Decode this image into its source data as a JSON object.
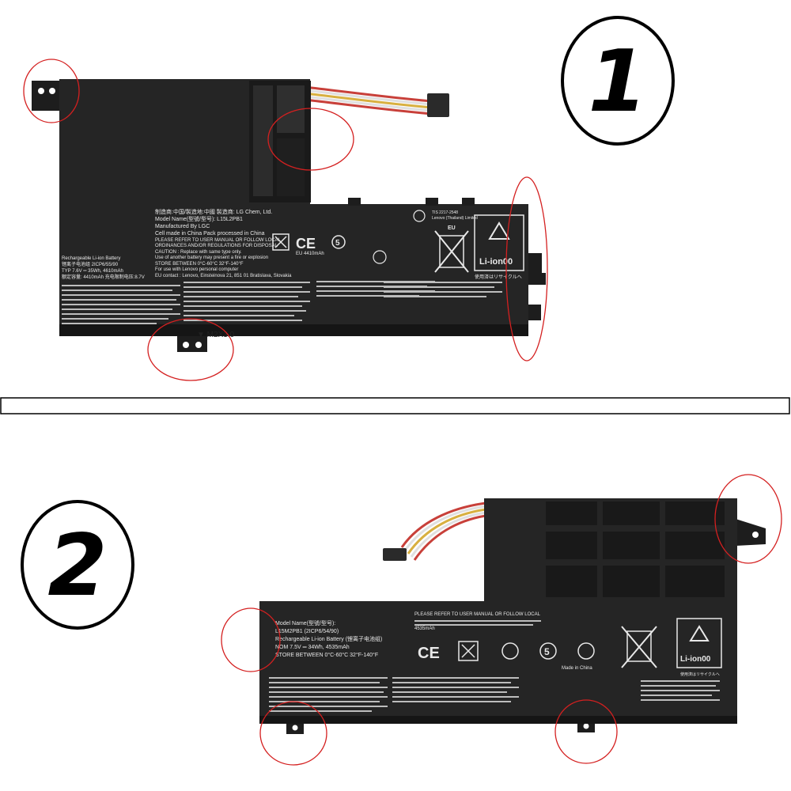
{
  "variants": [
    {
      "number": "1",
      "text": {
        "manufacturer": "制造商:中国/製造地:中國 製造商: LG Chem, Ltd.",
        "model": "Model Name(型號/型号): L15L2PB1",
        "made_by": "Manufactured By LGC",
        "made_in": "Cell made in China   Pack processed in China",
        "manual": "PLEASE REFER TO USER MANUAL OR FOLLOW LOCAL",
        "ordinance": "ORDINANCES AND/OR REGULATIONS FOR DISPOSAL",
        "caution": "CAUTION : Replace with same type only.",
        "explosion": "Use of another battery may present a fire or explosion",
        "store": "STORE BETWEEN 0°C-60°C 32°F-140°F",
        "use_for": "For use with Lenovo personal computer",
        "eu_contact": "EU contact : Lenovo, Einsteinova 21, 851 01 Bratislava, Slovakia",
        "rechargeable": "Rechargeable Li-ion Battery",
        "cell_code": "锂离子电池组    2ICP6/55/90",
        "typ": "TYP 7.6V ═ 35Wh, 4610mAh",
        "rated": "额定容量: 4410mAh   充电限制电压:8.7V",
        "eu_capacity": "EU 4410mAh",
        "li_ion": "Li-ion00",
        "eu_mark": "EU",
        "screw": "▼ M2X3.0",
        "cert": "TIS 2217-2548",
        "cert_holder": "Lenovo (Thailand) Limited",
        "recycle_note": "使用済はリサイクルへ"
      }
    },
    {
      "number": "2",
      "text": {
        "model": "Model Name(型號/型号):",
        "model_no": "L15M2PB1    (2ICP6/54/90)",
        "rechargeable": "Rechargeable Li-ion Battery (锂离子电池组)",
        "nom": "NOM 7.5V ═ 34Wh, 4535mAh",
        "store": "STORE BETWEEN 0°C-60°C  32°F-140°F",
        "manual": "PLEASE REFER TO USER MANUAL OR FOLLOW LOCAL",
        "capacity": "4535mAh",
        "made_in": "Made in China",
        "li_ion": "Li-ion00",
        "recycle_note": "使用済はリサイクルへ"
      }
    }
  ],
  "colors": {
    "battery_body": "#252525",
    "battery_shadow": "#151515",
    "label_text": "#e8e8e8",
    "highlight_circle": "#d42020",
    "wire_red": "#c8403a",
    "wire_yellow": "#d8b040",
    "wire_white": "#e0e0e0"
  },
  "icons": [
    "circled-number-icon",
    "ce-mark-icon",
    "recycle-icon",
    "weee-bin-icon",
    "connector-icon"
  ]
}
